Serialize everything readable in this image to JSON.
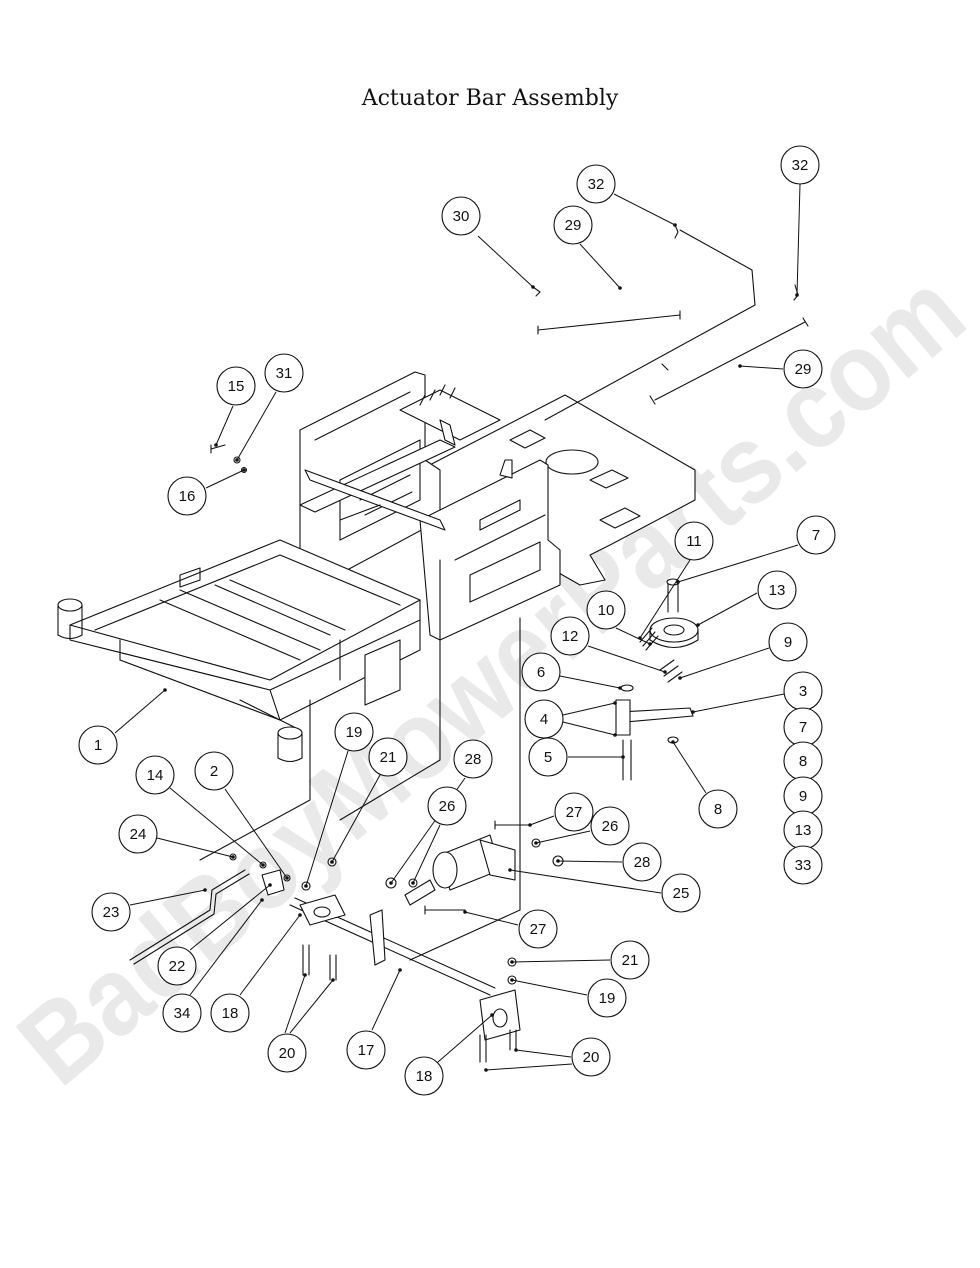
{
  "title": "Actuator Bar Assembly",
  "watermark": "BadBoyMowerParts.com",
  "colors": {
    "ink": "#111111",
    "watermark": "#e9e9e9",
    "background": "#ffffff"
  },
  "callouts": [
    {
      "id": "c30",
      "label": "30"
    },
    {
      "id": "c32a",
      "label": "32"
    },
    {
      "id": "c32b",
      "label": "32"
    },
    {
      "id": "c29a",
      "label": "29"
    },
    {
      "id": "c29b",
      "label": "29"
    },
    {
      "id": "c15",
      "label": "15"
    },
    {
      "id": "c31",
      "label": "31"
    },
    {
      "id": "c16",
      "label": "16"
    },
    {
      "id": "c11",
      "label": "11"
    },
    {
      "id": "c7a",
      "label": "7"
    },
    {
      "id": "c13a",
      "label": "13"
    },
    {
      "id": "c10",
      "label": "10"
    },
    {
      "id": "c12",
      "label": "12"
    },
    {
      "id": "c9a",
      "label": "9"
    },
    {
      "id": "c6",
      "label": "6"
    },
    {
      "id": "c3",
      "label": "3"
    },
    {
      "id": "c4",
      "label": "4"
    },
    {
      "id": "c7b",
      "label": "7"
    },
    {
      "id": "c5",
      "label": "5"
    },
    {
      "id": "c8a",
      "label": "8"
    },
    {
      "id": "c8b",
      "label": "8"
    },
    {
      "id": "c9b",
      "label": "9"
    },
    {
      "id": "c13b",
      "label": "13"
    },
    {
      "id": "c33",
      "label": "33"
    },
    {
      "id": "c1",
      "label": "1"
    },
    {
      "id": "c19a",
      "label": "19"
    },
    {
      "id": "c21a",
      "label": "21"
    },
    {
      "id": "c28a",
      "label": "28"
    },
    {
      "id": "c14",
      "label": "14"
    },
    {
      "id": "c2",
      "label": "2"
    },
    {
      "id": "c26a",
      "label": "26"
    },
    {
      "id": "c27a",
      "label": "27"
    },
    {
      "id": "c24",
      "label": "24"
    },
    {
      "id": "c26b",
      "label": "26"
    },
    {
      "id": "c28b",
      "label": "28"
    },
    {
      "id": "c25",
      "label": "25"
    },
    {
      "id": "c23",
      "label": "23"
    },
    {
      "id": "c22",
      "label": "22"
    },
    {
      "id": "c27b",
      "label": "27"
    },
    {
      "id": "c21b",
      "label": "21"
    },
    {
      "id": "c19b",
      "label": "19"
    },
    {
      "id": "c34",
      "label": "34"
    },
    {
      "id": "c18a",
      "label": "18"
    },
    {
      "id": "c20a",
      "label": "20"
    },
    {
      "id": "c17",
      "label": "17"
    },
    {
      "id": "c20b",
      "label": "20"
    },
    {
      "id": "c18b",
      "label": "18"
    }
  ]
}
